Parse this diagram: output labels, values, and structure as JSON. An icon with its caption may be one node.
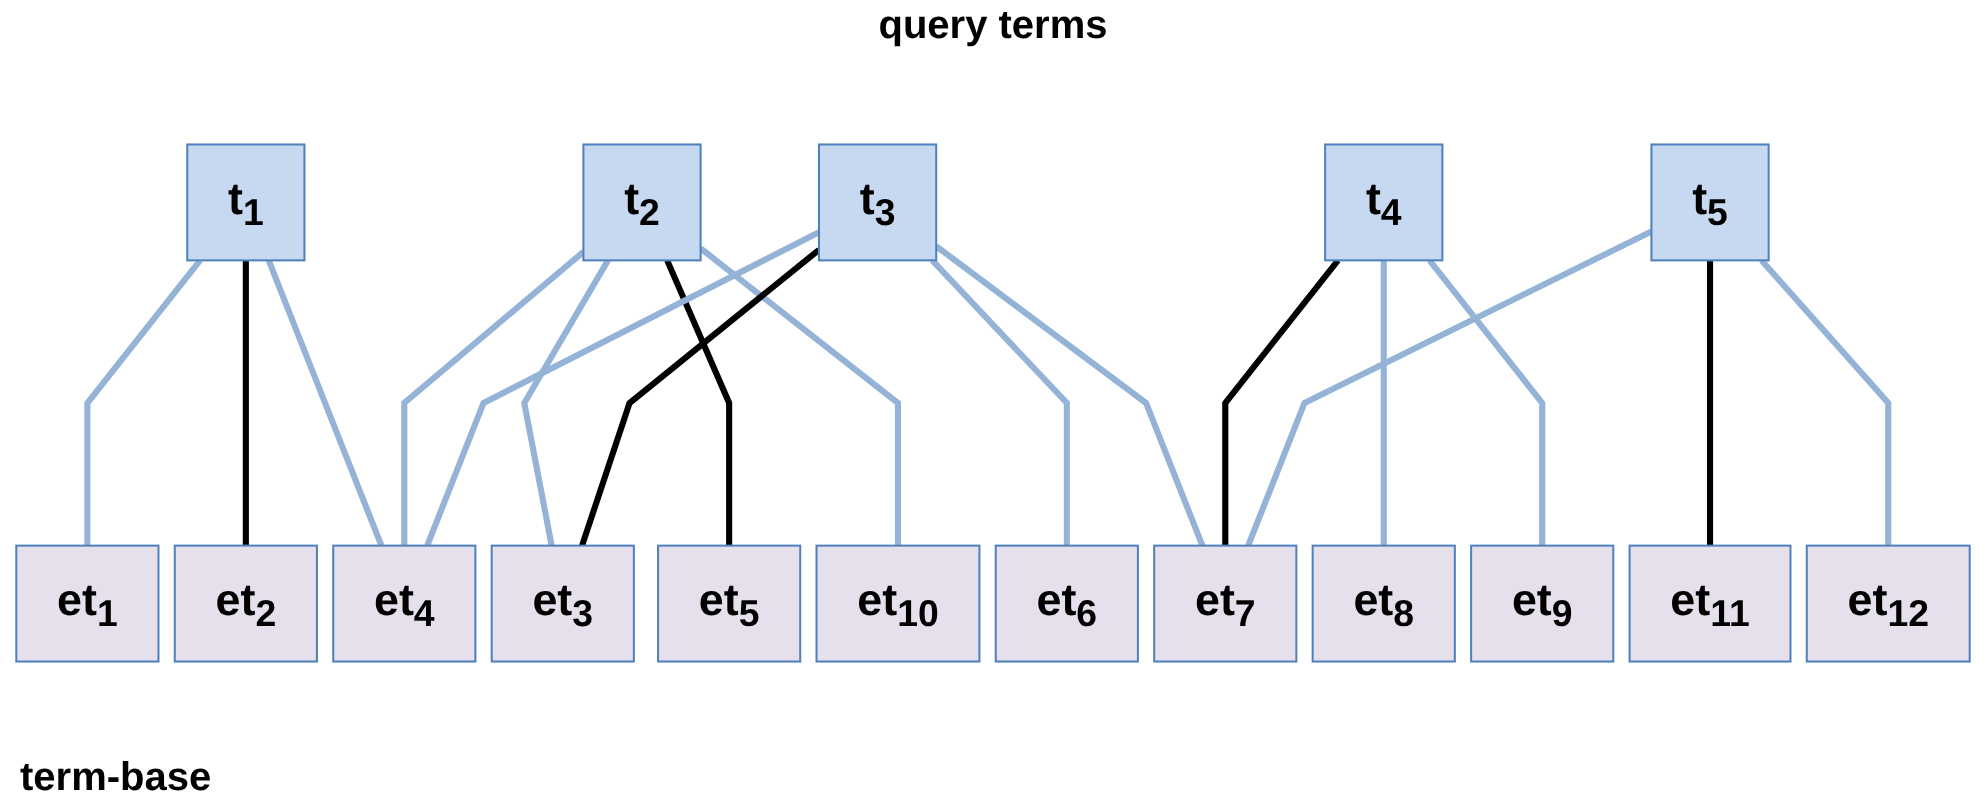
{
  "diagram": {
    "nodes": [
      {
        "text": [
          "t$_{1}$"
        ]
      },
      {
        "text": [
          "t$_{2}$"
        ]
      },
      {
        "text": [
          "t$_{3}$"
        ]
      },
      {
        "text": [
          "t$_{4}$"
        ]
      },
      {
        "text": [
          "t$_{5}$"
        ]
      },
      {
        "text": [
          "et$_{1}$"
        ]
      },
      {
        "text": [
          "et$_{2}$"
        ]
      },
      {
        "text": [
          "et$_{3}$"
        ]
      },
      {
        "text": [
          "et$_{4}$"
        ]
      },
      {
        "text": [
          "et$_{5}$"
        ]
      },
      {
        "text": [
          "et$_{6}$"
        ]
      },
      {
        "text": [
          "et$_{7}$"
        ]
      },
      {
        "text": [
          "et$_{8}$"
        ]
      },
      {
        "text": [
          "et$_{9}$"
        ]
      },
      {
        "text": [
          "et$_{10}$"
        ]
      },
      {
        "text": [
          "et$_{11}$"
        ]
      },
      {
        "text": [
          "et$_{12}$"
        ]
      }
    ],
    "edges": [
      {
        "from": 0,
        "to": 5,
        "arrow": "none"
      },
      {
        "from": 0,
        "to": 6,
        "arrow": "none",
        "color": "#000000"
      },
      {
        "from": 0,
        "to": 8,
        "arrow": "none"
      },
      {
        "from": 1,
        "to": 7,
        "arrow": "none"
      },
      {
        "from": 1,
        "to": 8,
        "arrow": "none"
      },
      {
        "from": 1,
        "to": 9,
        "arrow": "none",
        "color": "#000000"
      },
      {
        "from": 1,
        "to": 14,
        "arrow": "none"
      },
      {
        "from": 2,
        "to": 7,
        "arrow": "none",
        "color": "#000000"
      },
      {
        "from": 2,
        "to": 8,
        "arrow": "none"
      },
      {
        "from": 2,
        "to": 10,
        "arrow": "none"
      },
      {
        "from": 2,
        "to": 11,
        "arrow": "none"
      },
      {
        "from": 3,
        "to": 11,
        "arrow": "none",
        "color": "#000000"
      },
      {
        "from": 3,
        "to": 12,
        "arrow": "none"
      },
      {
        "from": 3,
        "to": 13,
        "arrow": "none"
      },
      {
        "from": 4,
        "to": 11,
        "arrow": "none"
      },
      {
        "from": 4,
        "to": 15,
        "arrow": "none",
        "color": "#000000"
      },
      {
        "from": 4,
        "to": 16,
        "arrow": "none"
      }
    ],
    "labels": [
      "query terms",
      "term-base"
    ]
  }
}
